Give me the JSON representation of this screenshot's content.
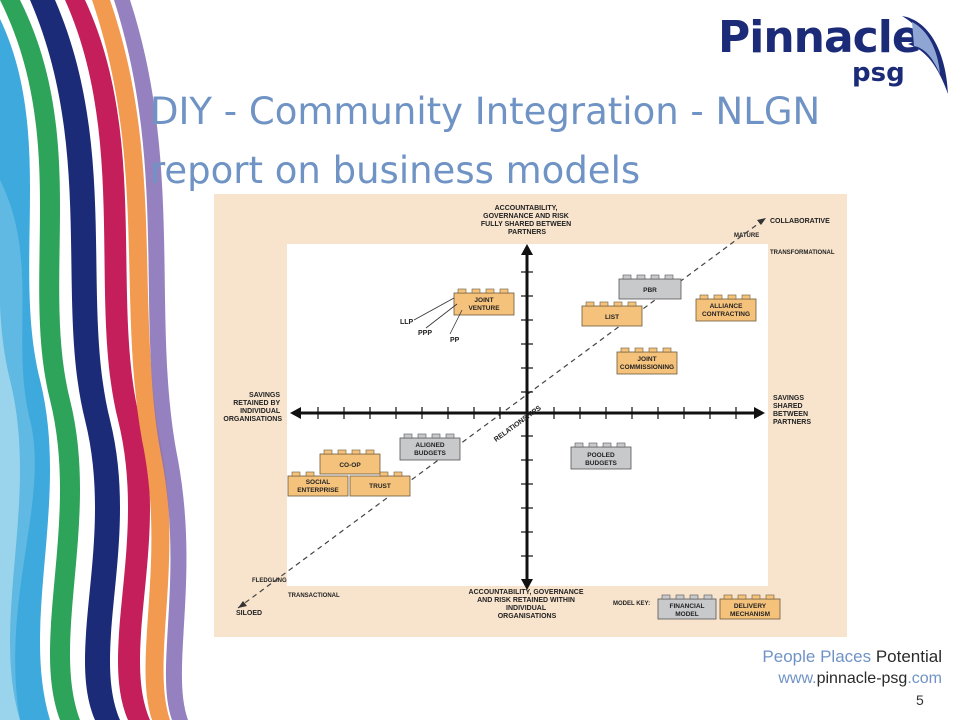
{
  "slide": {
    "title_line1": "DIY  - Community Integration  -  NLGN",
    "title_line2": "report on business models",
    "page_number": "5"
  },
  "logo": {
    "name": "Pinnacle",
    "sub": "psg"
  },
  "footer": {
    "tagline_light": "People Places ",
    "tagline_dark": "Potential",
    "url_prefix": "www.",
    "url_dark": "pinnacle-psg",
    "url_suffix": ".com"
  },
  "diagram": {
    "top_axis_label": [
      "ACCOUNTABILITY,",
      "GOVERNANCE AND RISK",
      "FULLY SHARED BETWEEN",
      "PARTNERS"
    ],
    "bottom_axis_label": [
      "ACCOUNTABILITY, GOVERNANCE",
      "AND RISK RETAINED WITHIN",
      "INDIVIDUAL",
      "ORGANISATIONS"
    ],
    "left_axis_label": [
      "SAVINGS",
      "RETAINED BY",
      "INDIVIDUAL",
      "ORGANISATIONS"
    ],
    "right_axis_label": [
      "SAVINGS",
      "SHARED",
      "BETWEEN",
      "PARTNERS"
    ],
    "diagonal_label": "RELATIONSHIPS",
    "corner_labels": {
      "collaborative": "COLLABORATIVE",
      "mature": "MATURE",
      "transformational": "TRANSFORMATIONAL",
      "fledgling": "FLEDGLING",
      "siloed": "SILOED",
      "transactional": "TRANSACTIONAL"
    },
    "jv_labels": {
      "llp": "LLP",
      "ppp": "PPP",
      "pp": "PP"
    },
    "blocks": {
      "joint_venture": [
        "JOINT",
        "VENTURE"
      ],
      "pbr": [
        "PBR"
      ],
      "list": [
        "LIST"
      ],
      "alliance": [
        "ALLIANCE",
        "CONTRACTING"
      ],
      "joint_commissioning": [
        "JOINT",
        "COMMISSIONING"
      ],
      "aligned_budgets": [
        "ALIGNED",
        "BUDGETS"
      ],
      "pooled_budgets": [
        "POOLED",
        "BUDGETS"
      ],
      "co_op": [
        "CO-OP"
      ],
      "social_enterprise": [
        "SOCIAL",
        "ENTERPRISE"
      ],
      "trust": [
        "TRUST"
      ]
    },
    "model_key": {
      "title": "MODEL KEY:",
      "financial": [
        "FINANCIAL",
        "MODEL"
      ],
      "delivery": [
        "DELIVERY",
        "MECHANISM"
      ]
    },
    "colors": {
      "orange_block": "#f5c27c",
      "grey_block": "#c8c9cb",
      "panel_bg": "#f8e4cd"
    }
  }
}
